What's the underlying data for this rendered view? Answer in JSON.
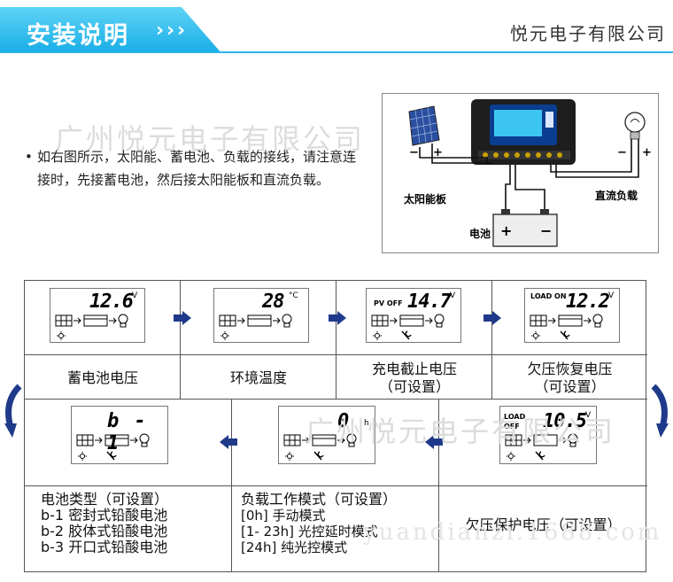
{
  "header": {
    "title": "安装说明",
    "company": "悦元电子有限公司"
  },
  "watermarks": {
    "top": "广州悦元电子有限公司",
    "middle": "广州悦元电子有限公司",
    "bottom": "yuandianzi.1688.com"
  },
  "intro": {
    "bullet": "•",
    "text": "如右图所示，太阳能、蓄电池、负载的接线，请注意连接时，先接蓄电池，然后接太阳能板和直流负载。"
  },
  "wiring": {
    "solar_label": "太阳能板",
    "battery_label": "电池",
    "load_label": "直流负载",
    "minus": "−",
    "plus": "+"
  },
  "steps": [
    {
      "display": "12.6",
      "unit": "V",
      "tag": "",
      "caption": "蓄电池电压"
    },
    {
      "display": "28",
      "unit": "°C",
      "tag": "",
      "caption": "环境温度"
    },
    {
      "display": "14.7",
      "unit": "V",
      "tag": "PV OFF",
      "caption": "充电截止电压\n（可设置）"
    },
    {
      "display": "12.2",
      "unit": "V",
      "tag": "LOAD ON",
      "caption": "欠压恢复电压\n（可设置）"
    },
    {
      "display": "10.5",
      "unit": "V",
      "tag": "LOAD OFF",
      "caption": "欠压保护电压（可设置）"
    },
    {
      "display": "0",
      "unit": "h",
      "tag": "",
      "caption": "负载工作模式（可设置）",
      "lines": [
        "[0h] 手动模式",
        "[1- 23h] 光控延时模式",
        "[24h] 纯光控模式"
      ]
    },
    {
      "display": "b - 1",
      "unit": "",
      "tag": "",
      "caption": "电池类型（可设置）",
      "lines": [
        "b-1 密封式铅酸电池",
        "b-2 胶体式铅酸电池",
        "b-3 开口式铅酸电池"
      ]
    }
  ],
  "colors": {
    "accent": "#1aaee6",
    "arrow": "#1f3a8a"
  }
}
